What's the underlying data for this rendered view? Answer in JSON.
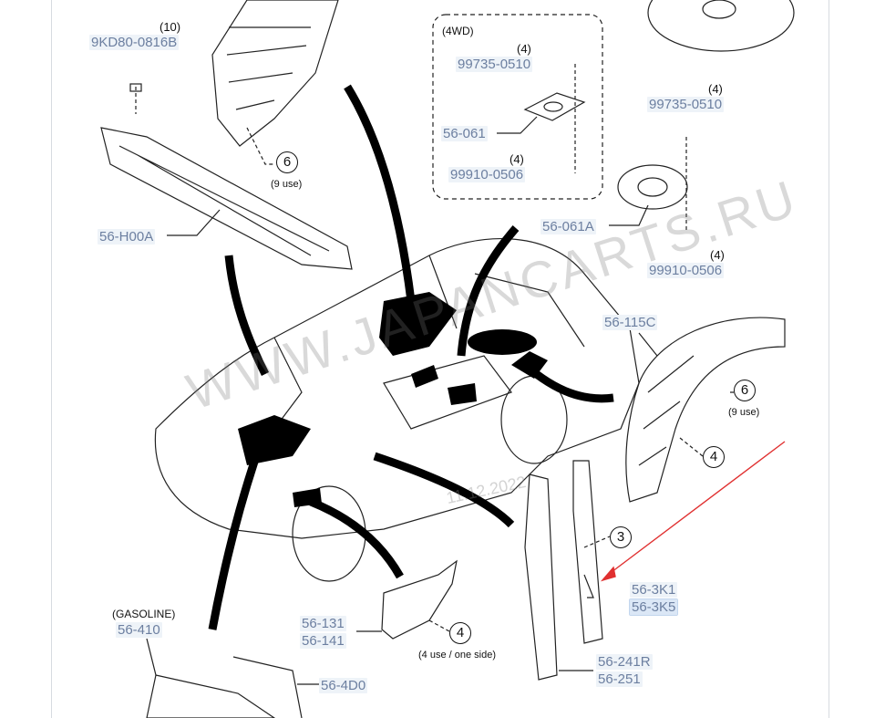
{
  "header_4wd": "(4WD)",
  "header_gasoline": "(GASOLINE)",
  "watermark": "WWW.JAPANCARTS.RU",
  "date_stamp": "11.12.2022",
  "parts": {
    "p9kd80": "9KD80-0816B",
    "p99735a": "99735-0510",
    "p56061": "56-061",
    "p99910a": "99910-0506",
    "p99735b": "99735-0510",
    "p56061a": "56-061A",
    "p99910b": "99910-0506",
    "p56h00a": "56-H00A",
    "p56115c": "56-115C",
    "p563k1": "56-3K1",
    "p563k5": "56-3K5",
    "p56131": "56-131",
    "p56141": "56-141",
    "p56241r": "56-241R",
    "p56251": "56-251",
    "p56410": "56-410",
    "p564d0": "56-4D0"
  },
  "quantities": {
    "q10": "(10)",
    "q4a": "(4)",
    "q4b": "(4)",
    "q4c": "(4)",
    "q4d": "(4)"
  },
  "callouts": {
    "c6a": "6",
    "c6b": "6",
    "c4a": "4",
    "c3": "3",
    "c4b": "4"
  },
  "notes": {
    "use9a": "(9 use)",
    "use9b": "(9 use)",
    "use4side": "(4 use / one side)"
  },
  "colors": {
    "label_text": "#6c7fa0",
    "label_bg": "#eef3f8",
    "arrow": "#e03030"
  }
}
